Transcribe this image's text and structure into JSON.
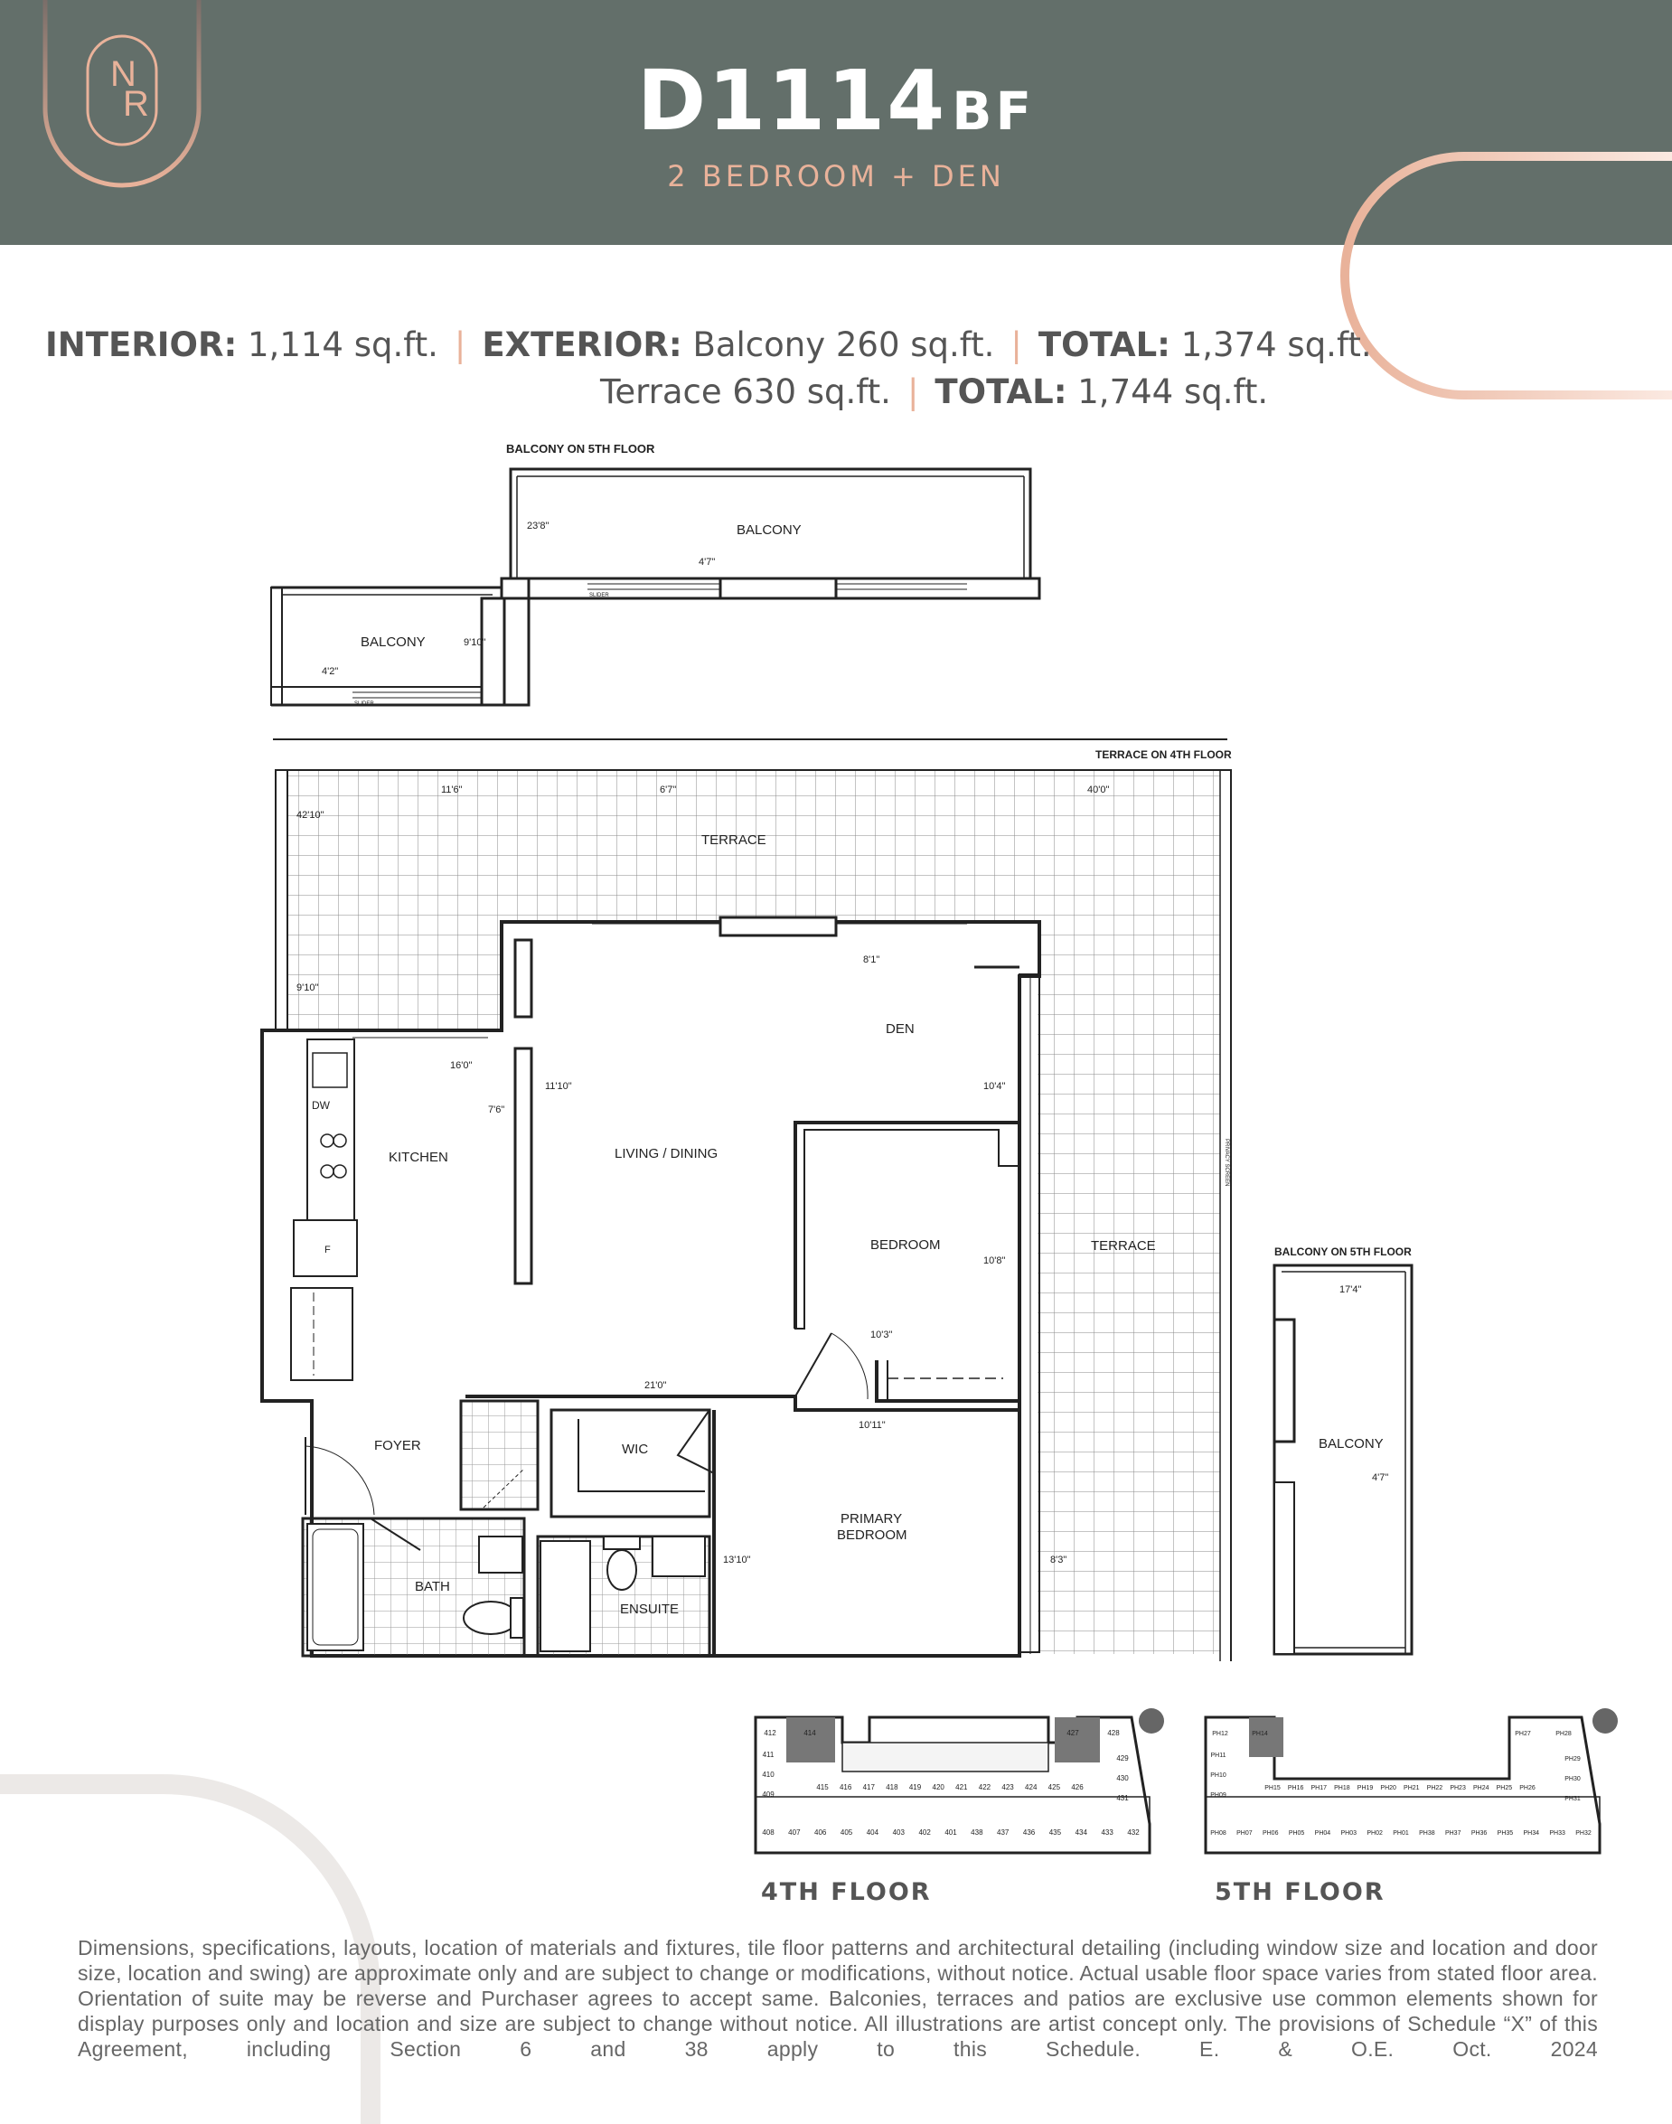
{
  "header": {
    "logo_text": "NR",
    "unit_code": "D1114",
    "unit_suffix": "BF",
    "unit_type": "2 BEDROOM + DEN",
    "colors": {
      "header_bg": "#636f6a",
      "accent": "#e9b29a"
    }
  },
  "areas": {
    "interior_label": "INTERIOR:",
    "interior_value": "1,114 sq.ft.",
    "exterior_label": "EXTERIOR:",
    "balcony_value": "Balcony 260 sq.ft.",
    "total_label": "TOTAL:",
    "total_balcony": "1,374 sq.ft.",
    "terrace_value": "Terrace 630 sq.ft.",
    "total_terrace": "1,744 sq.ft."
  },
  "plan": {
    "balcony_5th_top_caption": "BALCONY ON 5TH FLOOR",
    "terrace_4th_caption": "TERRACE ON 4TH FLOOR",
    "balcony_5th_right_caption": "BALCONY ON 5TH FLOOR",
    "rooms": {
      "balcony_top": "BALCONY",
      "balcony_left": "BALCONY",
      "terrace_top": "TERRACE",
      "terrace_right": "TERRACE",
      "den": "DEN",
      "kitchen": "KITCHEN",
      "living_dining": "LIVING / DINING",
      "bedroom": "BEDROOM",
      "foyer": "FOYER",
      "wic": "WIC",
      "primary_bedroom_1": "PRIMARY",
      "primary_bedroom_2": "BEDROOM",
      "bath": "BATH",
      "ensuite": "ENSUITE",
      "balcony_right": "BALCONY"
    },
    "appliances": {
      "dishwasher": "DW",
      "fridge": "F"
    },
    "door_labels": {
      "slider": "SLIDER",
      "privacy_screen": "PRIVACY SCREEN"
    },
    "dimensions": {
      "bal_top_w": "23'8\"",
      "bal_top_d": "4'7\"",
      "bal_left_w": "9'10\"",
      "bal_left_d": "4'2\"",
      "ter_a": "11'6\"",
      "ter_b": "6'7\"",
      "ter_c": "40'0\"",
      "ter_len": "42'10\"",
      "ter_side": "9'10\"",
      "den_d": "8'1\"",
      "den_w": "10'4\"",
      "kitchen_w": "16'0\"",
      "kitchen_d": "7'6\"",
      "living_w": "11'10\"",
      "bedroom_w": "10'8\"",
      "bedroom_d": "10'3\"",
      "hall": "21'0\"",
      "primary_d": "10'11\"",
      "primary_w": "13'10\"",
      "ter_right_w": "8'3\"",
      "bal_right_w": "17'4\"",
      "bal_right_d": "4'7\""
    }
  },
  "keyplans": {
    "fourth": {
      "label": "4TH FLOOR",
      "units_top": [
        "412",
        "414",
        "427",
        "428"
      ],
      "units_left": [
        "411",
        "410",
        "409"
      ],
      "units_middle": [
        "415",
        "416",
        "417",
        "418",
        "419",
        "420",
        "421",
        "422",
        "423",
        "424",
        "425",
        "426"
      ],
      "units_right": [
        "429",
        "430",
        "431"
      ],
      "units_bottom": [
        "408",
        "407",
        "406",
        "405",
        "404",
        "403",
        "402",
        "401",
        "438",
        "437",
        "436",
        "435",
        "434",
        "433",
        "432"
      ]
    },
    "fifth": {
      "label": "5TH FLOOR",
      "units_top": [
        "PH12",
        "PH14",
        "PH27",
        "PH28"
      ],
      "units_left": [
        "PH11",
        "PH10",
        "PH09"
      ],
      "units_middle": [
        "PH15",
        "PH16",
        "PH17",
        "PH18",
        "PH19",
        "PH20",
        "PH21",
        "PH22",
        "PH23",
        "PH24",
        "PH25",
        "PH26"
      ],
      "units_right": [
        "PH29",
        "PH30",
        "PH31"
      ],
      "units_bottom": [
        "PH08",
        "PH07",
        "PH06",
        "PH05",
        "PH04",
        "PH03",
        "PH02",
        "PH01",
        "PH38",
        "PH37",
        "PH36",
        "PH35",
        "PH34",
        "PH33",
        "PH32"
      ]
    }
  },
  "disclaimer": "Dimensions, specifications, layouts, location of materials and fixtures, tile floor patterns and architectural detailing (including window size and location and door size, location and swing) are approximate only and are subject to change or modifications, without notice. Actual usable floor space varies from stated floor area. Orientation of suite may be reverse and Purchaser agrees to accept same. Balconies, terraces and patios are exclusive use common elements shown for display purposes only and location and size are subject to change without notice. All illustrations are artist concept only. The provisions of Schedule “X” of this Agreement, including Section 6 and 38 apply to this Schedule. E. & O.E. Oct. 2024"
}
